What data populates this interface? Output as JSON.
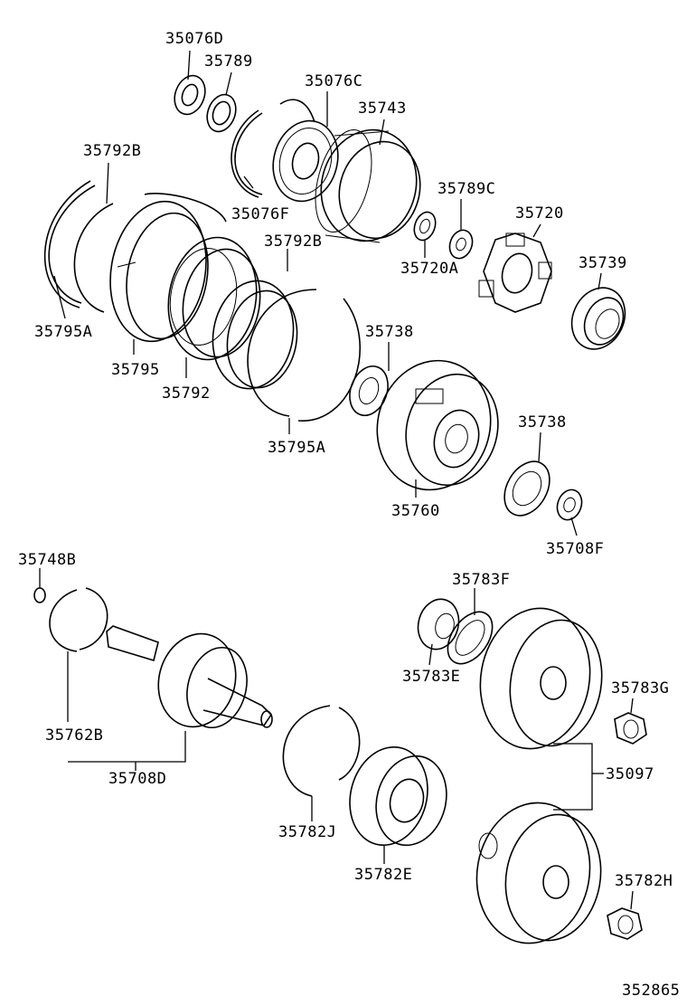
{
  "diagram_number": "352865",
  "parts": [
    {
      "id": "p35076D",
      "label": "35076D"
    },
    {
      "id": "p35789",
      "label": "35789"
    },
    {
      "id": "p35076C",
      "label": "35076C"
    },
    {
      "id": "p35743",
      "label": "35743"
    },
    {
      "id": "p35792B_a",
      "label": "35792B"
    },
    {
      "id": "p35076F",
      "label": "35076F"
    },
    {
      "id": "p35789C",
      "label": "35789C"
    },
    {
      "id": "p35720",
      "label": "35720"
    },
    {
      "id": "p35792B_b",
      "label": "35792B"
    },
    {
      "id": "p35720A",
      "label": "35720A"
    },
    {
      "id": "p35739",
      "label": "35739"
    },
    {
      "id": "p35795A_a",
      "label": "35795A"
    },
    {
      "id": "p35738_a",
      "label": "35738"
    },
    {
      "id": "p35795",
      "label": "35795"
    },
    {
      "id": "p35792",
      "label": "35792"
    },
    {
      "id": "p35738_b",
      "label": "35738"
    },
    {
      "id": "p35795A_b",
      "label": "35795A"
    },
    {
      "id": "p35760",
      "label": "35760"
    },
    {
      "id": "p35708F",
      "label": "35708F"
    },
    {
      "id": "p35748B",
      "label": "35748B"
    },
    {
      "id": "p35783F",
      "label": "35783F"
    },
    {
      "id": "p35783E",
      "label": "35783E"
    },
    {
      "id": "p35783G",
      "label": "35783G"
    },
    {
      "id": "p35762B",
      "label": "35762B"
    },
    {
      "id": "p35097",
      "label": "35097"
    },
    {
      "id": "p35708D",
      "label": "35708D"
    },
    {
      "id": "p35782J",
      "label": "35782J"
    },
    {
      "id": "p35782E",
      "label": "35782E"
    },
    {
      "id": "p35782H",
      "label": "35782H"
    }
  ]
}
